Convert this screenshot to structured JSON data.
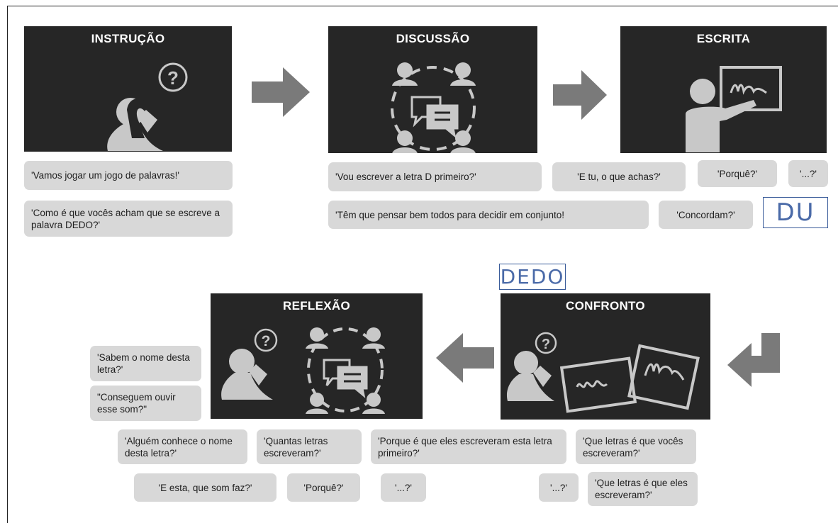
{
  "panels": {
    "instrucao": "INSTRUÇÃO",
    "discussao": "DISCUSSÃO",
    "escrita": "ESCRITA",
    "reflexao": "REFLEXÃO",
    "confronto": "CONFRONTO"
  },
  "question_mark": "?",
  "handwriting": {
    "du": "DU",
    "dedo": "DEDO"
  },
  "bubbles": {
    "vamos_jogar": "'Vamos jogar um jogo de palavras!'",
    "como_e_que": "'Como é que vocês acham que se escreve a palavra DEDO?'",
    "vou_escrever": "'Vou escrever a letra D primeiro?'",
    "e_tu": "'E tu, o que achas?'",
    "porque_top": "'Porquê?'",
    "dots_top": "'...?'",
    "tem_que_pensar": "'Têm que pensar bem todos para decidir em conjunto!",
    "concordam": "'Concordam?'",
    "sabem_nome": "'Sabem o nome desta letra?'",
    "conseguem_ouvir": "\"Conseguem ouvir esse som?\"",
    "alguem_conhece": "'Alguém conhece o nome desta letra?'",
    "quantas_letras": "'Quantas letras escreveram?'",
    "porque_eles": "'Porque é que eles escreveram esta letra primeiro?'",
    "que_letras_voces": "'Que letras é que vocês escreveram?'",
    "e_esta": "'E esta, que som faz?'",
    "porque_bottom": "'Porquê?'",
    "dots_bottom_1": "'...?'",
    "dots_bottom_2": "'...?'",
    "que_letras_eles": "'Que letras é que eles escreveram?'"
  },
  "colors": {
    "panel_bg": "#262626",
    "icon": "#c8c8c8",
    "arrow": "#7a7a7a",
    "bubble_bg": "#d8d8d8",
    "handwriting": "#3a5c9a"
  },
  "icons": [
    "thinking-person-icon",
    "question-mark-icon",
    "group-discussion-icon",
    "chat-bubbles-icon",
    "teacher-board-icon",
    "drawing-boards-icon",
    "arrow-right-icon",
    "arrow-left-icon",
    "arrow-turn-down-left-icon"
  ]
}
